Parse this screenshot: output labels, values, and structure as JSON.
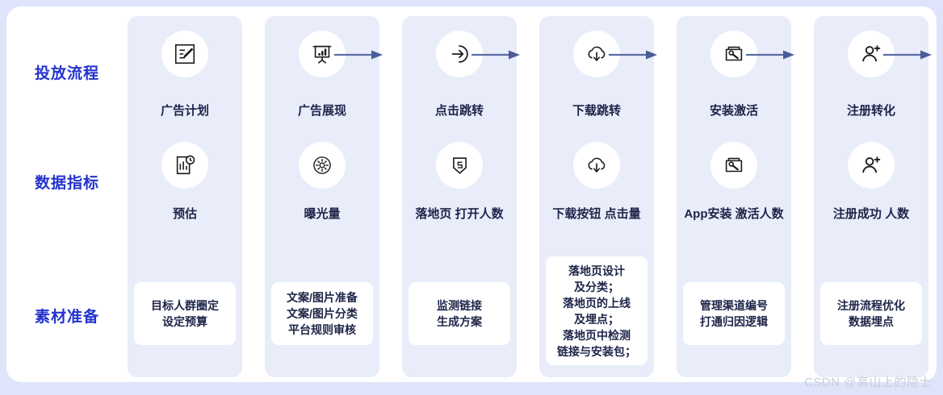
{
  "rows": {
    "flow_label": "投放流程",
    "metric_label": "数据指标",
    "material_label": "素材准备"
  },
  "colors": {
    "row_label": "#2433cd",
    "column_bg": "#e9edfa",
    "card_bg": "#ffffff",
    "text": "#1d2448",
    "arrow": "#5b6ca5",
    "page_bg": "#dfe4fa",
    "watermark": "#c9ccdb"
  },
  "columns": [
    {
      "flow": {
        "icon": "plan-edit-icon",
        "title": "广告计划"
      },
      "metric": {
        "icon": "chart-clock-icon",
        "title": "预估"
      },
      "material": {
        "text": "目标人群圈定\n设定预算",
        "tall": false
      }
    },
    {
      "flow": {
        "icon": "presentation-chart-icon",
        "title": "广告展现"
      },
      "metric": {
        "icon": "brightness-circle-icon",
        "title": "曝光量"
      },
      "material": {
        "text": "文案/图片准备\n文案/图片分类\n平台规则审核",
        "tall": false
      }
    },
    {
      "flow": {
        "icon": "login-arrow-icon",
        "title": "点击跳转"
      },
      "metric": {
        "icon": "html5-shield-icon",
        "title": "落地页\n打开人数"
      },
      "material": {
        "text": "监测链接\n生成方案",
        "tall": false
      }
    },
    {
      "flow": {
        "icon": "cloud-download-icon",
        "title": "下载跳转"
      },
      "metric": {
        "icon": "cloud-download-icon",
        "title": "下载按钮\n点击量"
      },
      "material": {
        "text": "落地页设计\n及分类；\n落地页的上线\n及埋点；\n落地页中检测\n链接与安装包；",
        "tall": true
      }
    },
    {
      "flow": {
        "icon": "toolbox-wrench-icon",
        "title": "安装激活"
      },
      "metric": {
        "icon": "toolbox-wrench-icon",
        "title": "App安装\n激活人数"
      },
      "material": {
        "text": "管理渠道编号\n打通归因逻辑",
        "tall": false
      }
    },
    {
      "flow": {
        "icon": "user-add-icon",
        "title": "注册转化"
      },
      "metric": {
        "icon": "user-add-icon",
        "title": "注册成功\n人数"
      },
      "material": {
        "text": "注册流程优化\n数据埋点",
        "tall": false
      }
    }
  ],
  "arrows": {
    "count": 5,
    "icon": "arrow-right-icon"
  },
  "watermark": {
    "text": "CSDN @高山上的隐士"
  }
}
